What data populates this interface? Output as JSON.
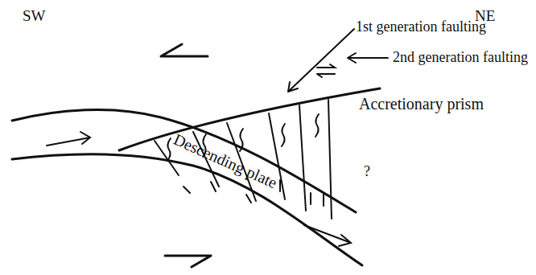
{
  "diagram": {
    "labels": [
      "SW",
      "NE",
      "1st generation faulting",
      "2nd generation faulting",
      "Accretionary prism",
      "Descending plate",
      "?"
    ]
  }
}
